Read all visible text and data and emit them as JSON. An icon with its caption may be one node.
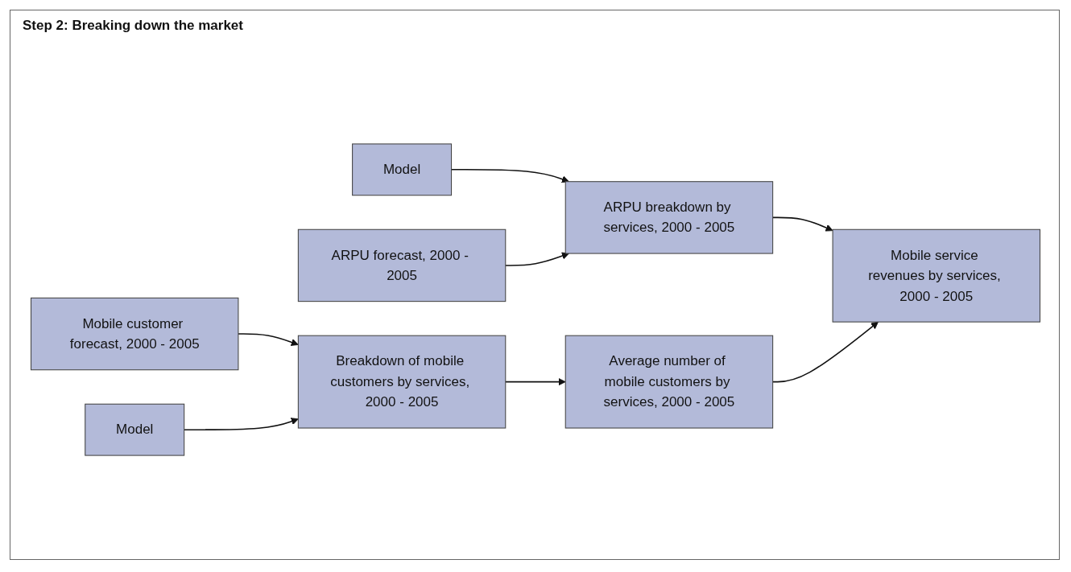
{
  "diagram": {
    "title": "Step 2: Breaking down the market",
    "nodes": [
      {
        "text": [
          "Model"
        ]
      },
      {
        "text": [
          "ARPU forecast, 2000 - 2005"
        ]
      },
      {
        "text": [
          "ARPU breakdown by services, 2000 - 2005"
        ]
      },
      {
        "text": [
          "Mobile service revenues by services, 2000 - 2005"
        ]
      },
      {
        "text": [
          "Mobile customer forecast, 2000 - 2005"
        ]
      },
      {
        "text": [
          "Breakdown of mobile customers by services, 2000 - 2005"
        ]
      },
      {
        "text": [
          "Average number of mobile customers by services, 2000 - 2005"
        ]
      },
      {
        "text": [
          "Model"
        ]
      }
    ],
    "edges": [
      {
        "from": 0,
        "to": 2,
        "arrow": "to"
      },
      {
        "from": 1,
        "to": 2,
        "arrow": "to"
      },
      {
        "from": 4,
        "to": 5,
        "arrow": "to"
      },
      {
        "from": 5,
        "to": 6,
        "arrow": "to"
      },
      {
        "from": 7,
        "to": 5,
        "arrow": "to"
      },
      {
        "from": 2,
        "to": 3,
        "arrow": "to"
      },
      {
        "from": 6,
        "to": 3,
        "arrow": "to"
      }
    ]
  }
}
